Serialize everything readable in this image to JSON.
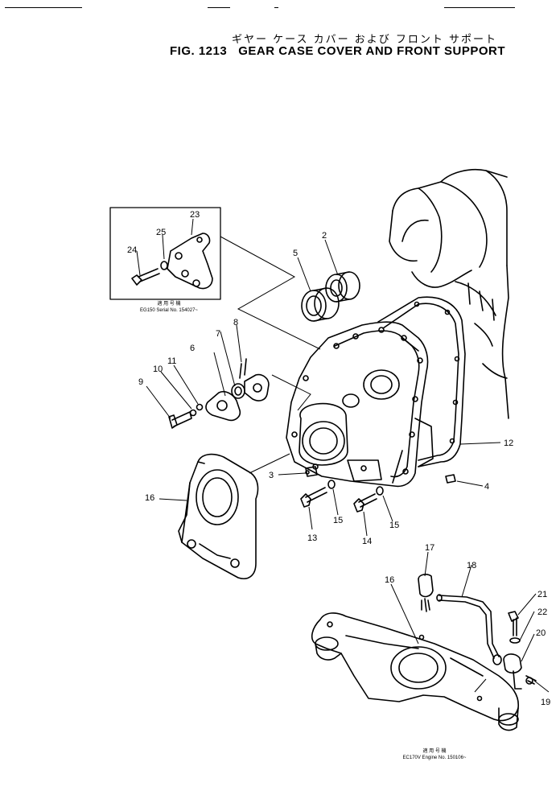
{
  "header": {
    "title_jp": "ギヤー ケース カバー および フロント サポート",
    "fig_number": "FIG. 1213",
    "title_en": "GEAR CASE COVER AND FRONT SUPPORT"
  },
  "notes": {
    "inset_jp": "適 用 号 機",
    "inset_serial": "EG150 Serial No. 154027~",
    "bottom_jp": "適 用 号 機",
    "bottom_serial": "EC170V Engine No. 150106~"
  },
  "callouts": {
    "c2": "2",
    "c3": "3",
    "c4": "4",
    "c5": "5",
    "c6": "6",
    "c7": "7",
    "c8": "8",
    "c9": "9",
    "c10": "10",
    "c11": "11",
    "c12": "12",
    "c13": "13",
    "c14": "14",
    "c15a": "15",
    "c15b": "15",
    "c16a": "16",
    "c16b": "16",
    "c17": "17",
    "c18": "18",
    "c19": "19",
    "c20": "20",
    "c21": "21",
    "c22": "22",
    "c23": "23",
    "c24": "24",
    "c25": "25"
  }
}
